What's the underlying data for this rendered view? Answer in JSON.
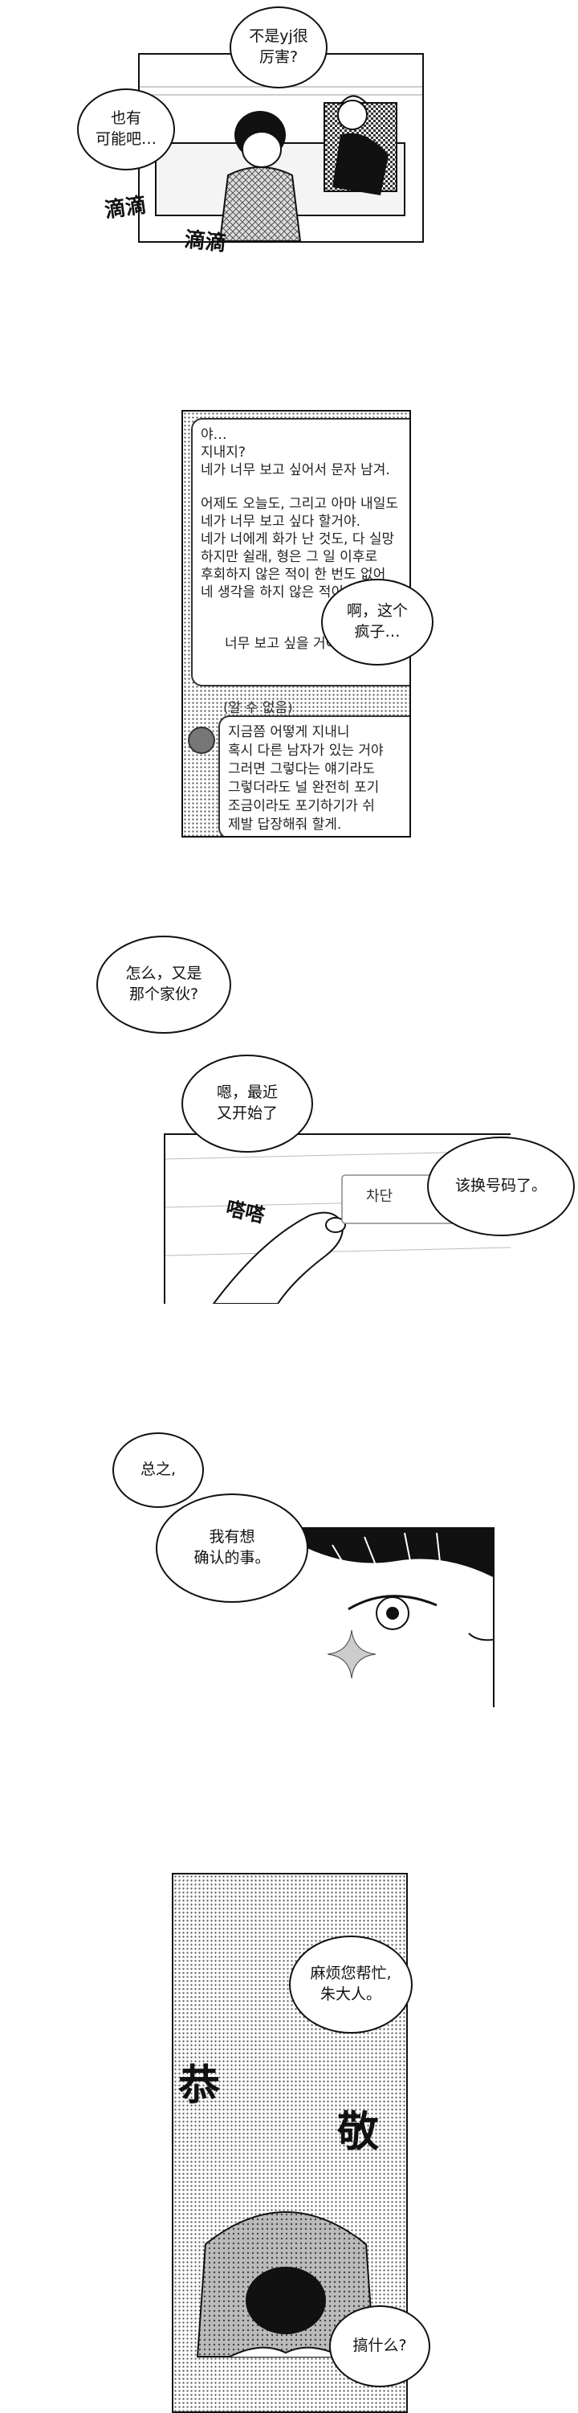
{
  "panel1": {
    "bubble_a": "不是yj很\n厉害?",
    "bubble_b": "也有\n可能吧…",
    "sfx_1": "滴滴",
    "sfx_2": "滴滴"
  },
  "panel2": {
    "message_lines": [
      "야…",
      "지내지?",
      "네가 너무 보고 싶어서 문자 남겨.",
      "어제도 오늘도, 그리고 아마 내일도",
      "네가 너무 보고 싶다 할거야.",
      "네가 너에게 화가 난 것도, 다 실망",
      "하지만 쉴래, 형은 그 일 이후로",
      "후회하지 않은 적이 한 번도 없어",
      "네 생각을 하지 않은 적이 한 번도"
    ],
    "message_bottom": "너무 보고 싶을 거야.",
    "unread_label": "(알 수 없음)",
    "message_lines_2": [
      "지금쯤 어떻게 지내니",
      "혹시 다른 남자가 있는 거야",
      "그러면 그렇다는 얘기라도",
      "그렇더라도 널 완전히 포기",
      "조금이라도 포기하기가 쉬",
      "제발 답장해줘 할게."
    ],
    "bubble": "啊，这个\n疯子…"
  },
  "panel3": {
    "bubble": "怎么，又是\n那个家伙?"
  },
  "panel4": {
    "bubble_a": "嗯，最近\n又开始了",
    "bubble_b": "该换号码了。",
    "button_text": "차단",
    "sfx": "嗒嗒"
  },
  "panel5": {
    "bubble_a": "总之,",
    "bubble_b": "我有想\n确认的事。"
  },
  "panel6": {
    "bubble_a": "麻烦您帮忙,\n朱大人。",
    "sfx_left": "恭",
    "sfx_right": "敬",
    "bubble_b": "搞什么?"
  }
}
